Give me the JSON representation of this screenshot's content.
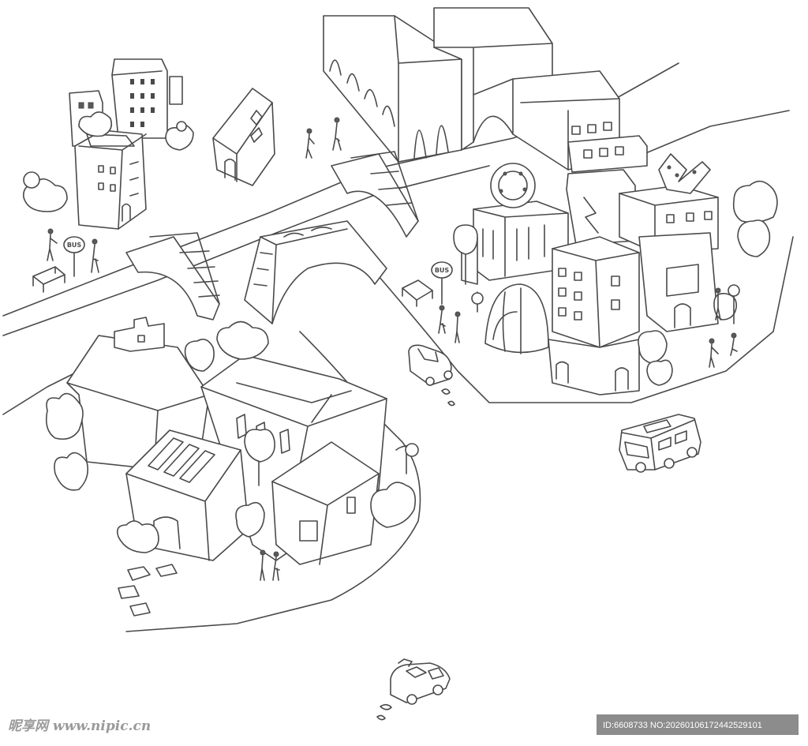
{
  "signs": {
    "bus_label": "BUS"
  },
  "watermark": {
    "site": "昵享网 www.nipic.cn"
  },
  "id_strip": {
    "text": "ID:6608733 NO:20260106172442529101",
    "background": "#8c8c8c"
  },
  "colors": {
    "line": "#4a4a4a",
    "paper": "#ffffff"
  },
  "icons": {
    "vehicles": [
      "car-icon",
      "bus-icon",
      "taxi-icon"
    ],
    "people": "person-icon",
    "signs": "bus-stop-sign-icon"
  }
}
